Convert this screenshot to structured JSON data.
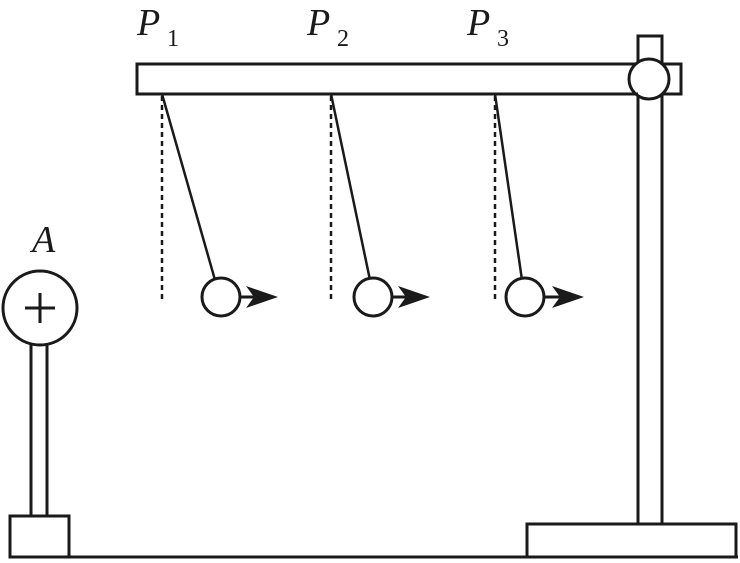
{
  "labels": {
    "sphere_a": "A",
    "sphere_a_charge": "+",
    "p1_letter": "P",
    "p1_sub": "1",
    "p2_letter": "P",
    "p2_sub": "2",
    "p3_letter": "P",
    "p3_sub": "3"
  },
  "colors": {
    "ink": "#1a1a1a",
    "background": "#ffffff"
  }
}
